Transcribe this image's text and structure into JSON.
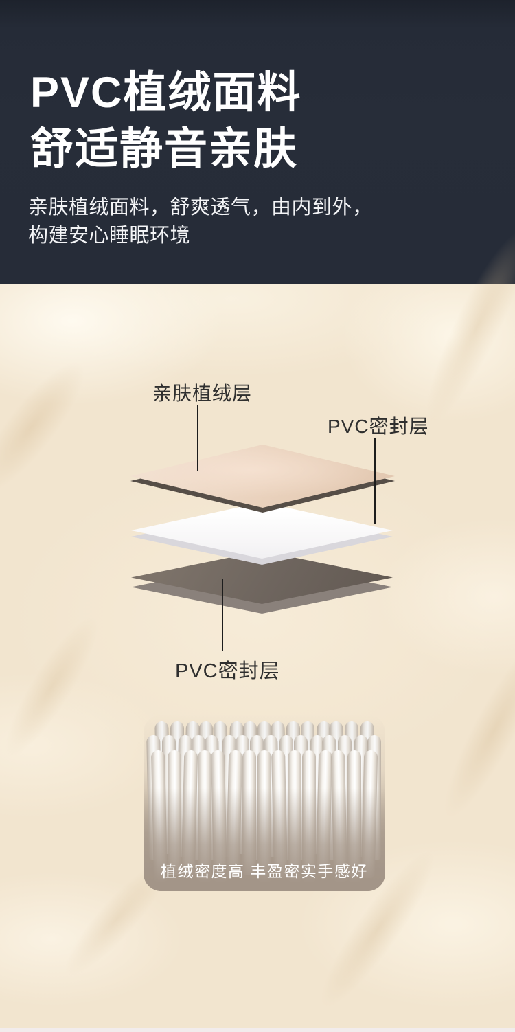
{
  "hero": {
    "title_line1": "PVC植绒面料",
    "title_line2": "舒适静音亲肤",
    "subtitle_line1": "亲肤植绒面料，舒爽透气，由内到外，",
    "subtitle_line2": "构建安心睡眠环境"
  },
  "diagram": {
    "top_layer_label": "亲肤植绒层",
    "middle_layer_label": "PVC密封层",
    "bottom_layer_label": "PVC密封层"
  },
  "flock_card": {
    "caption": "植绒密度高 丰盈密实手感好"
  },
  "colors": {
    "hero_background": "#272d39",
    "hero_text": "#ffffff",
    "body_background": "#f2e5cf",
    "flocked_layer_face": "#ecd5c0",
    "flocked_layer_edge": "#564e47",
    "pvc_white_layer": "#fafafa",
    "pvc_dark_layer_face": "#6e655e",
    "pvc_dark_layer_edge": "#8a817b",
    "label_text": "#2f2f2f",
    "leader_line": "#1d1d1d",
    "caption_background": "#a39588",
    "caption_text": "#ffffff"
  }
}
